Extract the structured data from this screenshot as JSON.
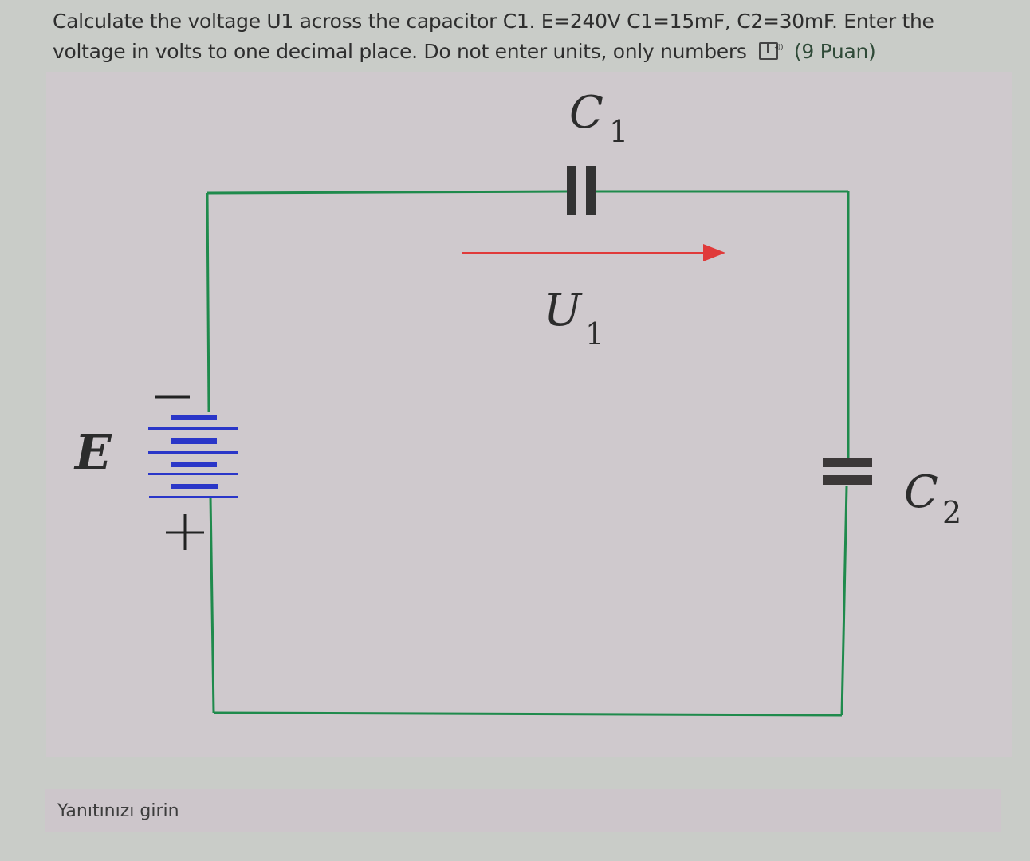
{
  "question": {
    "text": "Calculate the voltage U1 across the capacitor C1. E=240V C1=15mF, C2=30mF. Enter the voltage in volts to one decimal place. Do not enter units, only numbers",
    "points": "(9 Puan)",
    "speaker_icon": "immersive-reader-icon"
  },
  "diagram": {
    "labels": {
      "c1": "C",
      "c1_sub": "1",
      "c2": "C",
      "c2_sub": "2",
      "u1": "U",
      "u1_sub": "1",
      "e": "E",
      "minus": "−",
      "plus": "+"
    },
    "colors": {
      "wire": "#1f8a4c",
      "capacitor_plate": "#333333",
      "battery_plate": "#2a36c8",
      "arrow": "#e03a3a",
      "text": "#2c2c2c"
    },
    "values": {
      "E": "240V",
      "C1": "15mF",
      "C2": "30mF"
    }
  },
  "answer": {
    "placeholder": "Yanıtınızı girin",
    "value": ""
  }
}
